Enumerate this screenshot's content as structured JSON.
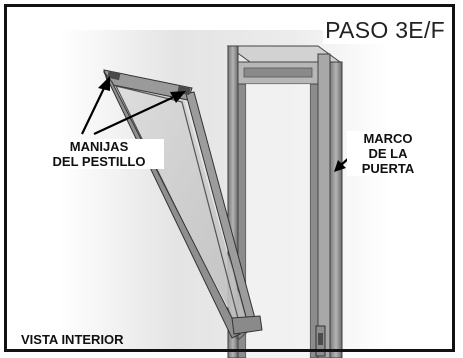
{
  "step": {
    "title": "PASO 3E/F"
  },
  "labels": {
    "latch_handles": [
      "MANIJAS",
      "DEL PESTILLO"
    ],
    "door_frame": [
      "MARCO",
      "DE LA",
      "PUERTA"
    ],
    "view": "VISTA INTERIOR"
  },
  "colors": {
    "border": "#111111",
    "frame_metal": "#9a9a9a",
    "frame_dark": "#5e5e5e",
    "glass": "#c9c9c9",
    "background_shade": "#e6e6e6"
  }
}
